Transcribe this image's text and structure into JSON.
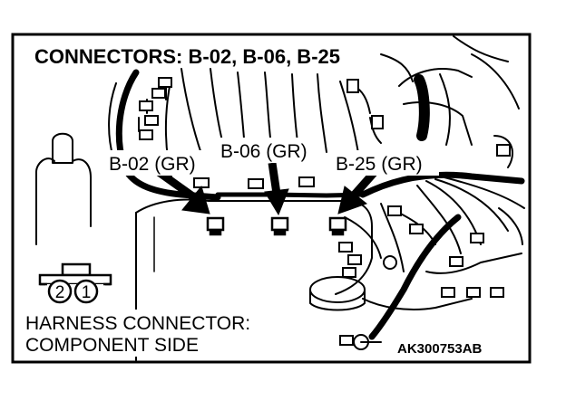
{
  "diagram": {
    "title": "CONNECTORS: B-02, B-06, B-25",
    "connectors": [
      {
        "id": "b02",
        "label": "B-02 (GR)"
      },
      {
        "id": "b06",
        "label": "B-06 (GR)"
      },
      {
        "id": "b25",
        "label": "B-25 (GR)"
      }
    ],
    "harness": {
      "line1": "HARNESS CONNECTOR:",
      "line2": "COMPONENT SIDE",
      "pins": [
        "2",
        "1"
      ]
    },
    "figure_code": "AK300753AB",
    "colors": {
      "ink": "#000000",
      "paper": "#ffffff"
    }
  }
}
